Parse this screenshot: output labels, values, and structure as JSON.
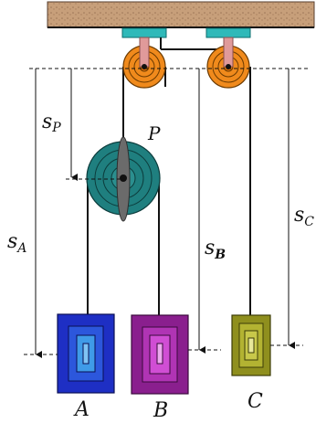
{
  "labels": {
    "pulley_P": "P",
    "block_A": "A",
    "block_B": "B",
    "block_C": "C",
    "s_main": "s",
    "sub_P": "P",
    "sub_A": "A",
    "sub_B": "B",
    "sub_C": "C"
  },
  "colors": {
    "ceiling": "#c79f7a",
    "mount": "#2fb9b9",
    "fixed_pulley": "#f08a1c",
    "axle": "#e09a9a",
    "movable_pulley": "#1f7f7f",
    "movable_bracket": "#6b6b6b",
    "block_A": "#1e2fc4",
    "block_A_inner": "#3f9be8",
    "block_B": "#8a1f8e",
    "block_B_inner": "#d04ed4",
    "block_C": "#8f8f1e",
    "block_C_inner": "#c8c84a",
    "rope": "#111111"
  }
}
